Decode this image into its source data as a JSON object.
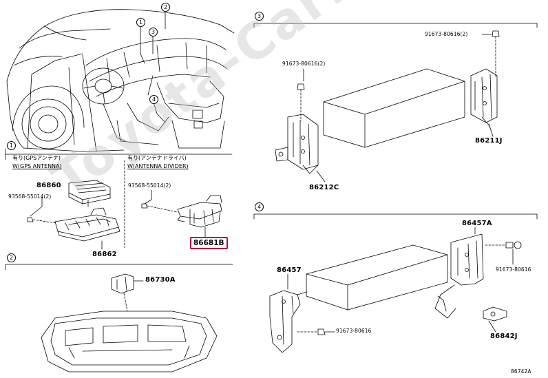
{
  "watermark": "Toyota-CarMine.ru",
  "sections": {
    "s1": {
      "num": "1",
      "gps_jp": "有り(GPSアンテナ)",
      "gps_en": "W(GPS ANTENNA)",
      "div_jp": "有り(アンテナドライバ)",
      "div_en": "W(ANTENNA DIVIDER)"
    },
    "s2": {
      "num": "2"
    },
    "s3": {
      "num": "3"
    },
    "s4": {
      "num": "4"
    }
  },
  "overview_callouts": [
    "1",
    "2",
    "3",
    "4"
  ],
  "parts": {
    "p86860": "86860",
    "p93568_a": "93568-55014(2)",
    "p86862": "86862",
    "p93568_b": "93568-55014(2)",
    "p86681b": "86681B",
    "p86730a": "86730A",
    "p91673_top": "91673-80616(2)",
    "p91673_left": "91673-80616(2)",
    "p86212c": "86212C",
    "p86211j": "86211J",
    "p86457a": "86457A",
    "p91673_right": "91673-80616",
    "p86457": "86457",
    "p91673_bottom": "91673-80616",
    "p86842j": "86842J"
  },
  "figure_code": "86742A",
  "highlight_color": "#b0123f"
}
